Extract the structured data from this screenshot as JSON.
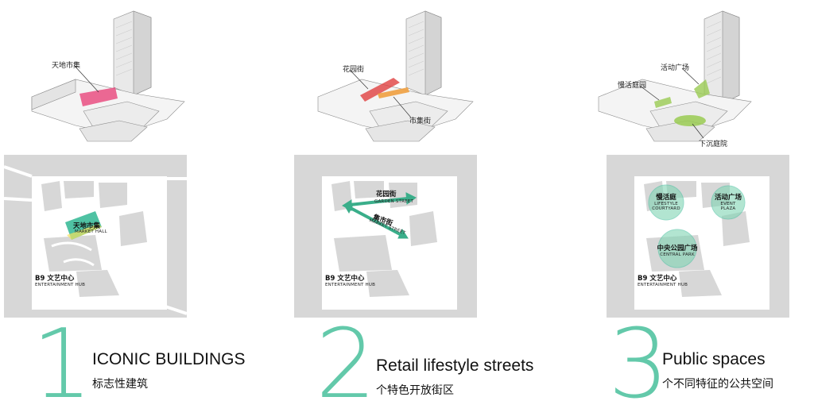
{
  "panels": [
    {
      "number": "1",
      "title_en": "ICONIC BUILDINGS",
      "title_cn": "标志性建筑",
      "iso_labels": [
        "天地市集"
      ],
      "plan": {
        "market_hall_cn": "天地市集",
        "market_hall_en": "MARKET HALL",
        "hub_cn": "B9 文艺中心",
        "hub_en": "ENTERTAINMENT HUB"
      },
      "colors": {
        "highlight": "#e8457a",
        "plan_highlight": "#4fc2a3"
      }
    },
    {
      "number": "2",
      "title_en": "Retail lifestyle streets",
      "title_cn": "个特色开放街区",
      "iso_labels": [
        "花园街",
        "市集街"
      ],
      "plan": {
        "garden_cn": "花园街",
        "garden_en": "GARDEN STREET",
        "market_cn": "集市街",
        "market_en": "MARKET STREET",
        "hub_cn": "B9 文艺中心",
        "hub_en": "ENTERTAINMENT HUB"
      },
      "colors": {
        "highlight": "#e04040",
        "highlight2": "#f0a040",
        "plan_arrow": "#3aae8a"
      }
    },
    {
      "number": "3",
      "title_en": "Public spaces",
      "title_cn": "个不同特征的公共空间",
      "iso_labels": [
        "活动广场",
        "慢活庭园",
        "下沉庭院"
      ],
      "plan": {
        "lifestyle_cn": "慢活庭",
        "lifestyle_en1": "LIFESTYLE",
        "lifestyle_en2": "COURTYARD",
        "event_cn": "活动广场",
        "event_en1": "EVENT",
        "event_en2": "PLAZA",
        "central_cn": "中央公园广场",
        "central_en": "CENTRAL PARK",
        "hub_cn": "B9 文艺中心",
        "hub_en": "ENTERTAINMENT HUB"
      },
      "colors": {
        "highlight": "#9acb52",
        "plan_circle": "#7fd4b4"
      }
    }
  ]
}
